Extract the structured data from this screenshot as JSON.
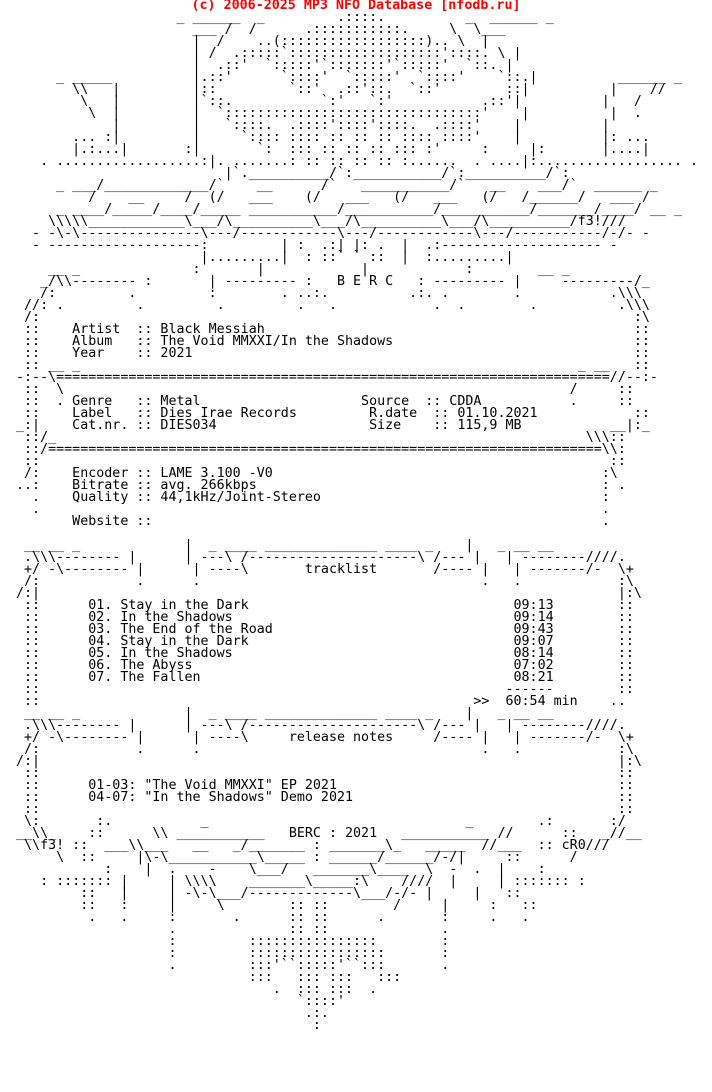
{
  "header": {
    "text": "(c) 2006-2025 MP3 NFO Database [nfodb.ru]"
  },
  "nfo": {
    "lines": [
      "                    _ ______  _         .::::.          _  ______ _",
      "                      ___ /  /      .:::::::::::.     \\  \\___",
      "                      |  /    ..(::::::::::::::::::).. \\  |",
      "                      | /  .:::::`:::::::::::::::::::'::::. \\ |",
      "                      |  .::'  `:::::'`:::::::'`:::::'  `::. |",
      "     _ _____          |.::'      `::::'  `:::::'  `::::'    `::.|          ______ _",
      "       \\\\   |         |::         `::'  .::'::.  `::'        ::|          |    //",
      "        \\   |         |`::.           `:'   `:'           .::'|          |   /",
      "         \\  |         |  `::::::::::::::::::::::::::::::::'    |          |  .",
      "            |         |   `::::.  .::::'::::'::::.  .::::'    |          |",
      "       ... :|         |     `:::: :::: :: :: :: :::: ::::'    |          |: ...",
      "       |.:...|       :|       `:  ::: :: :: :: ::: :'     :     |:       |....|",
      "   . ..................:|. .......: :: :: :: :: :......  . ....|:.................. .",
      "                          |`.__________/`:___________/`:__________/`:",
      "     _ ___/_____________/`    __      /`   ___________/`   __    ___/`  ______ _",
      "         /    __     /  (/   ___    (/   ___   (/   ___   (/   /______/   ___ /",
      "     _ ____/_____/____/_____ ___________/___________/___________/_______/____/ __ _",
      "    \\\\\\\\\\____________\\___/\\__________\\___/\\__________\\___/\\__________/f3!///",
      "  - -\\-\\---------------\\---/------------\\---/------------\\---/-----------/-/- -",
      "  - -------------------:         | :  .:| |: .  |  .:-------------------- -",
      "                       |.........|  : ::` ` ::  |  :.........|",
      "    __ _              :       |            |            :        __ _",
      "   _/\\\\-------- :       | --------- :   B E R C   : --------- |     ---------/_",
      "   /:         .         :        . ..:.          .:. .        .           .\\\\\\",
      " //: .         .         .         .   .            .  .        .          .\\\\\\",
      " /:                                                                          :\\",
      " ::    Artist  :: Black Messiah                                              ::",
      " ::    Album   :: The Void MMXXI/In the Shadows                              ::",
      " ::    Year    :: 2021                                                       ::",
      " :: __ _                                                              _ __   ::",
      "-:--\\=====================================================================//--:-",
      " ::  \\                                                               /     ::",
      " ::  . Genre   :: Metal                    Source  :: CDDA           .     ::",
      " ::    Label   :: Dies Irae Records         R.date  :: 01.10.2021            ::",
      "_:|    Cat.nr. :: DIES034                   Size    :: 115,9 MB           __|:_",
      " ::/_                                                                  \\\\\\::",
      " ::/=====================================================================\\\\:",
      " ::                                                                       ::",
      " /:    Encoder :: LAME 3.100 -V0                                         :\\",
      "..:    Bitrate :: avg. 266kbps                                           : .",
      "  .    Quality :: 44,1kHz/Joint-Stereo                                   :",
      "  .                                                                      .",
      "       Website ::                                                        .",
      "",
      " __ __ _             |  _ ____ ______________ ____ _    |   _ __ __",
      " .\\\\\\-------- |      | ---\\ /---------------------\\ /--- |   | --------////.",
      " +/ -\\-------- |      | ----\\       tracklist       /---- |   | -------/-  \\+",
      " /:            .      .                                   .   .            :\\",
      "/:|                                                                        |:\\",
      " ::      01. Stay in the Dark                                 09:13        ::",
      " ::      02. In the Shadows                                   09:14        ::",
      " ::      03. The End of the Road                              09:43        ::",
      " ::      04. Stay in the Dark                                 09:07        ::",
      " ::      05. In the Shadows                                   08:14        ::",
      " ::      06. The Abyss                                        07:02        ::",
      " ::      07. The Fallen                                       08:21        ::",
      " ::                                                          ------        ::",
      " ::                                                      >>  60:54 min    ..",
      " __ __ _             |  _ ____ ______________ ____ _    |   _ __ __",
      " .\\\\\\-------- |      | ---\\ /---------------------\\ /--- |   | --------////.",
      " +/ -\\-------- |      | ----\\     release notes     /---- |   | -------/-  \\+",
      " /:            .      .                                   .   .            :\\",
      "/:|                                                                        |:\\",
      " ::                                                                        ::",
      " ::      01-03: \"The Void MMXXI\" EP 2021                                   ::",
      " ::      04-07: \"In the Shadows\" Demo 2021                                 ::",
      " ::                                                                        ::",
      " \\:       :.           _                                _        .:       :/",
      "__\\\\_    ::      \\\\ ___________   BERC : 2021   ___________ //      ::   _//__",
      " \\\\f3! ::  ___\\\\___   __   _/_______ : _______\\_   _____  //___  :: cR0///",
      "     \\  ::     |\\-\\___________\\_____ : ______/______/-/|     ::      /",
      "           :    |  .    -    \\___/   _______\\____  \\  -  .  |    :",
      "   : ::::::: |     | \\\\\\\\    _______\\_____:\\    ////  |     | ::::::: :",
      "        ::   |     | -\\-\\___/-------------\\___/-/- |     |   ::",
      "        ::   :     |     \\        :: ::        /     |     :   ::",
      "         .   .     :       .      :: ::      .       :     .   .",
      "                   .              :: ::              .",
      "                   :         ::::::::::::::::        :",
      "                   :         :::::::::::::::::       :",
      "                   .         :::'``:::::'``:::       .",
      "                             :::   ::: :::   :::",
      "                                .  ::: :::  .",
      "                                   `::::'",
      "                                    .:.",
      "                                     :"
    ]
  }
}
